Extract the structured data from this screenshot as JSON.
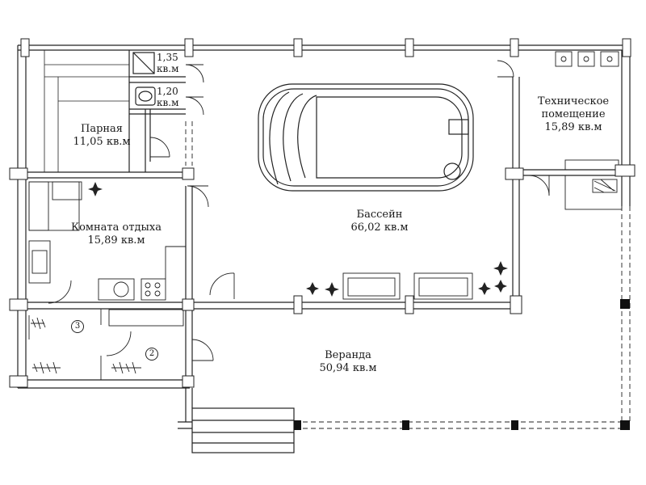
{
  "rooms": {
    "parnaya": {
      "name": "Парная",
      "area": "11,05 кв.м"
    },
    "wc1": {
      "area_value": "1,35",
      "area_unit": "кв.м"
    },
    "wc2": {
      "area_value": "1,20",
      "area_unit": "кв.м"
    },
    "tech": {
      "name_line1": "Техническое",
      "name_line2": "помещение",
      "area": "15,89 кв.м"
    },
    "komnata": {
      "name": "Комната отдыха",
      "area": "15,89 кв.м"
    },
    "bassein": {
      "name": "Бассейн",
      "area": "66,02 кв.м"
    },
    "veranda": {
      "name": "Веранда",
      "area": "50,94 кв.м"
    }
  },
  "markers": {
    "m3": "3",
    "m2": "2"
  },
  "colors": {
    "line": "#222222",
    "wall_fill": "#ffffff",
    "dark": "#111111"
  }
}
